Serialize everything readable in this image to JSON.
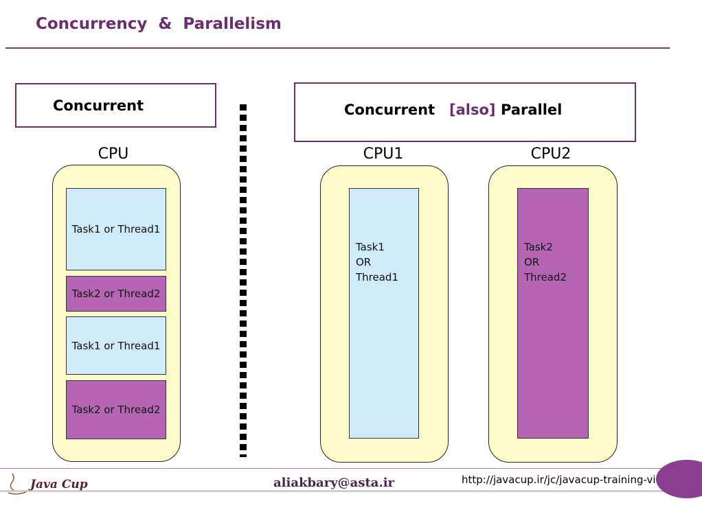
{
  "title": "Concurrency  &  Parallelism",
  "concurrent_panel": {
    "heading": "Concurrent",
    "cpu_label": "CPU",
    "tasks": [
      {
        "label": "Task1 or Thread1",
        "color": "#cfeaf9"
      },
      {
        "label": "Task2 or Thread2",
        "color": "#b665b5"
      },
      {
        "label": "Task1 or Thread1",
        "color": "#cfeaf9"
      },
      {
        "label": "Task2 or Thread2",
        "color": "#b665b5"
      }
    ]
  },
  "parallel_panel": {
    "heading_part1": "Concurrent",
    "heading_also": "[also]",
    "heading_part2": "Parallel",
    "cpus": [
      {
        "label": "CPU1",
        "task": "Task1\nOR\nThread1",
        "color": "#cfeaf9"
      },
      {
        "label": "CPU2",
        "task": "Task2\nOR\nThread2",
        "color": "#b665b5"
      }
    ]
  },
  "footer": {
    "logo_text": "Java Cup",
    "email": "aliakbary@asta.ir",
    "url": "http://javacup.ir/jc/javacup-training-videos/"
  },
  "colors": {
    "accent": "#6b2d6e",
    "cpu_fill": "#fdfbc9",
    "thread1": "#cfeaf9",
    "thread2": "#b665b5"
  }
}
